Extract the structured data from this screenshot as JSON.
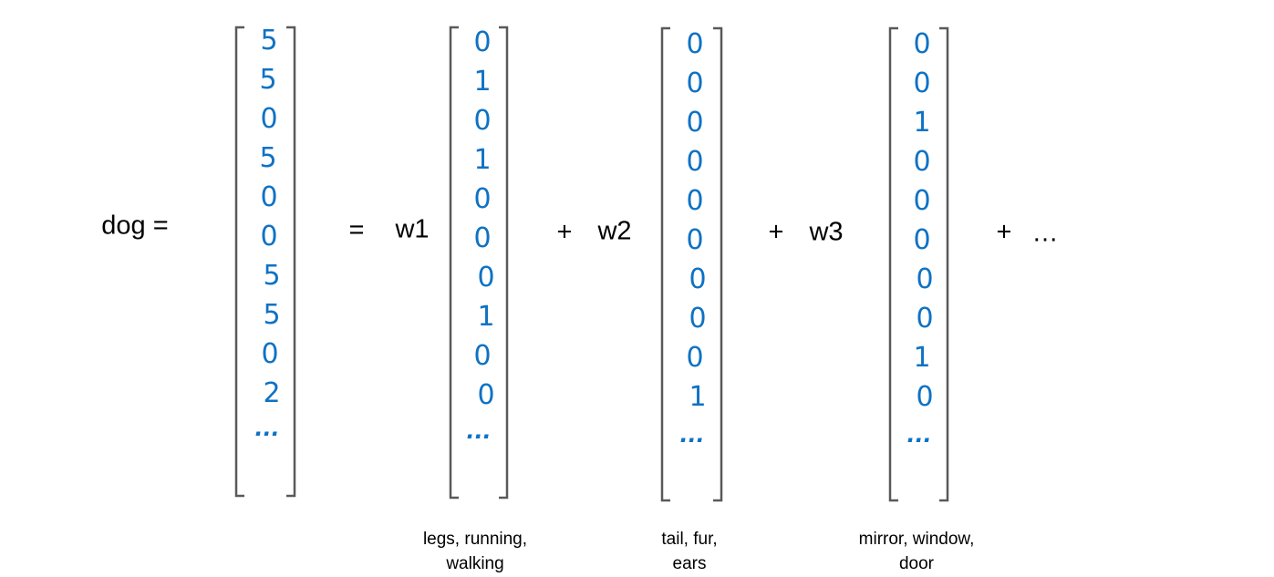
{
  "colors": {
    "vector_text": "#0E72C4",
    "bracket": "#595959",
    "text": "#000000"
  },
  "lhs_label": "dog =",
  "equals": "=",
  "ellipsis": "...",
  "terms": [
    {
      "sign": "+",
      "weight": "w1",
      "caption": [
        "legs, running,",
        "walking"
      ]
    },
    {
      "sign": "+",
      "weight": "w2",
      "caption": [
        "tail, fur,",
        "ears"
      ]
    },
    {
      "sign": "+",
      "weight": "w3",
      "caption": [
        "mirror, window,",
        "door"
      ]
    }
  ],
  "trailing_sign": "+",
  "trailing_ellipsis": "…",
  "vectors": {
    "dog": [
      "5",
      "5",
      "0",
      "5",
      "0",
      "0",
      "5",
      "5",
      "0",
      "2"
    ],
    "w1": [
      "0",
      "1",
      "0",
      "1",
      "0",
      "0",
      "0",
      "1",
      "0",
      "0"
    ],
    "w2": [
      "0",
      "0",
      "0",
      "0",
      "0",
      "0",
      "0",
      "0",
      "0",
      "1"
    ],
    "w3": [
      "0",
      "0",
      "1",
      "0",
      "0",
      "0",
      "0",
      "0",
      "1",
      "0"
    ]
  }
}
